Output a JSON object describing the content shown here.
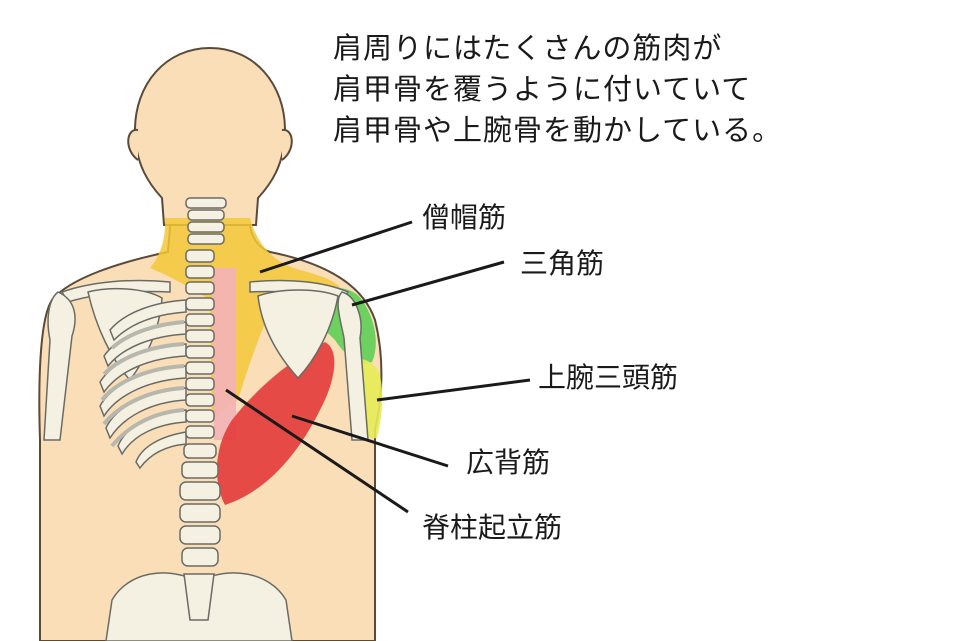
{
  "caption": {
    "lines": [
      "肩周りにはたくさんの筋肉が",
      "肩甲骨を覆うように付いていて",
      "肩甲骨や上腕骨を動かしている。"
    ]
  },
  "muscle_labels": {
    "trapezius": "僧帽筋",
    "deltoid": "三角筋",
    "triceps": "上腕三頭筋",
    "latissimus": "広背筋",
    "erector_spinae": "脊柱起立筋"
  },
  "colors": {
    "skin": "#f9deb8",
    "skin_outline": "#5a4a3a",
    "bone": "#f4f1e2",
    "bone_outline": "#6b6b66",
    "rib_shadow": "#b7b7ae",
    "trapezius": "#f3c836",
    "deltoid": "#5ccf55",
    "triceps": "#e6ec55",
    "latissimus": "#e33a3a",
    "erector_spinae": "#f3b3b8",
    "leader_line": "#1a1a1a"
  },
  "icons": {
    "figure": "human-back-anatomy-illustration"
  }
}
